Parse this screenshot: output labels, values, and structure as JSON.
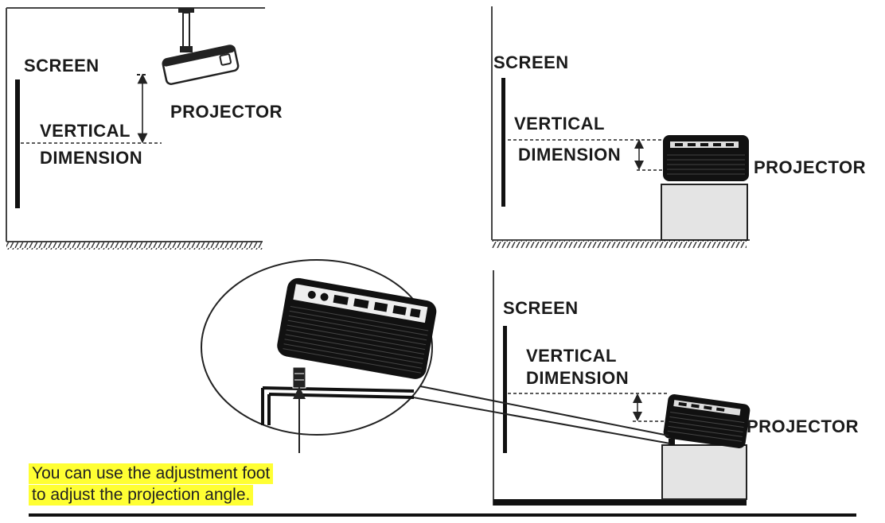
{
  "panels": {
    "ceiling": {
      "screen": "SCREEN",
      "vertical_line1": "VERTICAL",
      "vertical_line2": "DIMENSION",
      "projector": "PROJECTOR"
    },
    "table": {
      "screen": "SCREEN",
      "vertical_line1": "VERTICAL",
      "vertical_line2": "DIMENSION",
      "projector": "PROJECTOR"
    },
    "tilted": {
      "screen": "SCREEN",
      "vertical_line1": "VERTICAL",
      "vertical_line2": "DIMENSION",
      "projector": "PROJECTOR"
    }
  },
  "note": {
    "line1": "You can use the adjustment foot",
    "line2": "to adjust the projection angle.",
    "highlight_color": "#ffff33"
  }
}
